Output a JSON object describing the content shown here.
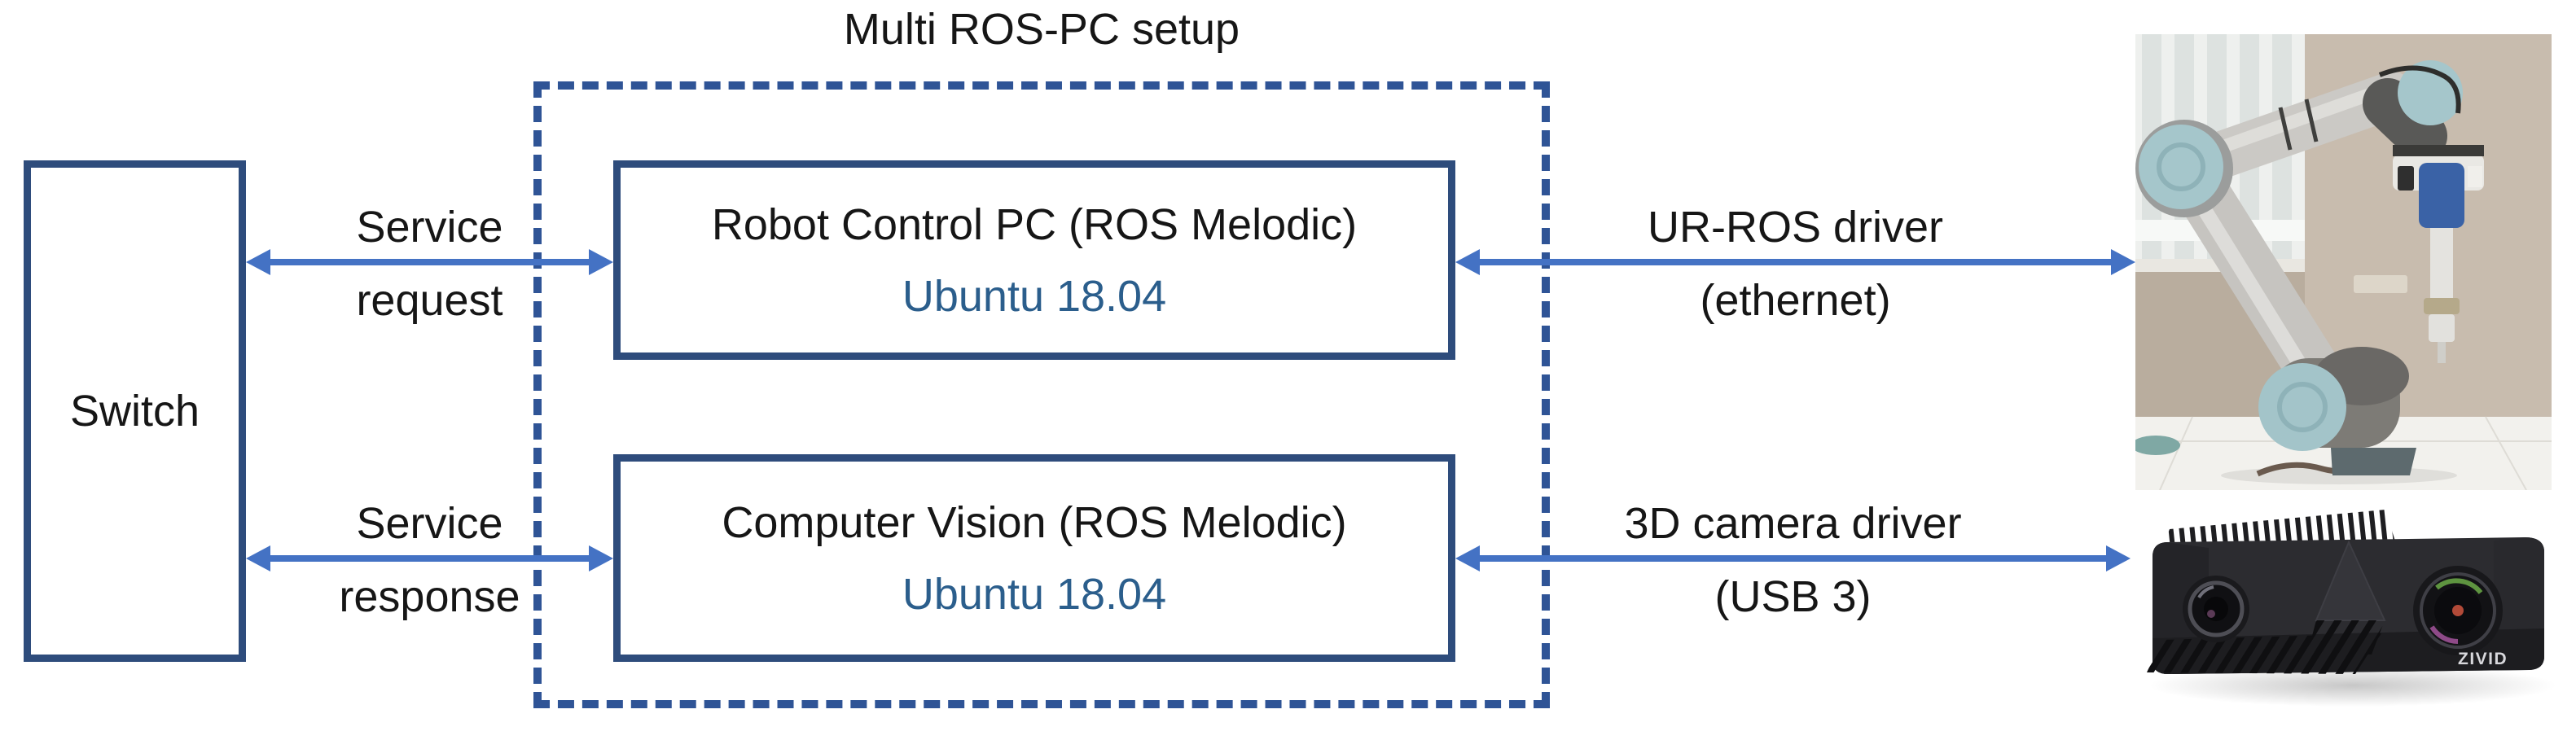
{
  "title": "Multi ROS-PC setup",
  "switch": {
    "label": "Switch"
  },
  "boxes": {
    "robot_control": {
      "title": "Robot Control PC (ROS Melodic)",
      "os": "Ubuntu 18.04"
    },
    "computer_vision": {
      "title": "Computer Vision (ROS Melodic)",
      "os": "Ubuntu 18.04"
    }
  },
  "links": {
    "service_request": {
      "line1": "Service",
      "line2": "request"
    },
    "service_response": {
      "line1": "Service",
      "line2": "response"
    },
    "ur_ros": {
      "line1": "UR-ROS driver",
      "line2": "(ethernet)"
    },
    "camera_driver": {
      "line1": "3D camera driver",
      "line2": "(USB 3)"
    }
  },
  "photos": {
    "camera_logo": "ZIVID"
  },
  "colors": {
    "box_border": "#2e4c7c",
    "dashed_border": "#2f5496",
    "arrow": "#4472c4",
    "ubuntu_text": "#2b5e8c",
    "text": "#161616"
  }
}
